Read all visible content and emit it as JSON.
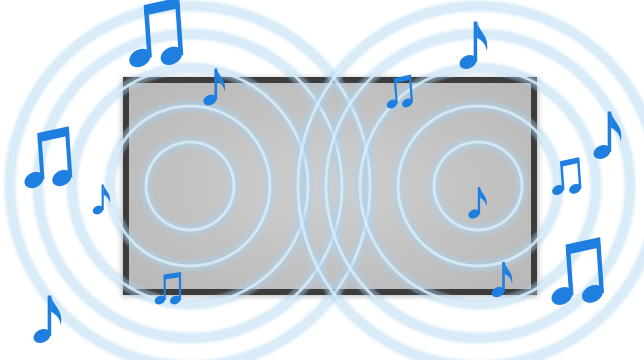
{
  "illustration": {
    "colors": {
      "background": "#ffffff",
      "wave": "#a9d3f2",
      "wave_core": "#d9ecf8",
      "note": "#1f7fe0",
      "screen_fill": "#c4c4c4",
      "screen_frame": "#3c3c3c"
    },
    "icons": {
      "screen": "tv-screen",
      "sound_source": "sound-wave-rings",
      "note_single": "eighth-note-icon",
      "note_double": "beamed-eighth-notes-icon"
    },
    "sound_sources": [
      {
        "name": "left-speaker",
        "ring_count": 5
      },
      {
        "name": "right-speaker",
        "ring_count": 5
      }
    ],
    "notes": [
      {
        "name": "note-top-left-large",
        "kind": "double",
        "variant": "upright"
      },
      {
        "name": "note-left-middle-large",
        "kind": "double",
        "variant": "upright"
      },
      {
        "name": "note-left-small",
        "kind": "single",
        "variant": "upright"
      },
      {
        "name": "note-bottom-left",
        "kind": "single",
        "variant": "upright"
      },
      {
        "name": "note-screen-top-left",
        "kind": "single",
        "variant": "upright"
      },
      {
        "name": "note-screen-bottom-left",
        "kind": "double",
        "variant": "upright"
      },
      {
        "name": "note-top-right",
        "kind": "single",
        "variant": "upright"
      },
      {
        "name": "note-screen-top-right",
        "kind": "double",
        "variant": "upright"
      },
      {
        "name": "note-screen-center-right",
        "kind": "single",
        "variant": "upright"
      },
      {
        "name": "note-right-small",
        "kind": "double",
        "variant": "upright"
      },
      {
        "name": "note-right-edge",
        "kind": "single",
        "variant": "upright"
      },
      {
        "name": "note-screen-bottom-right",
        "kind": "single",
        "variant": "upright"
      },
      {
        "name": "note-bottom-right-large",
        "kind": "double",
        "variant": "upright"
      }
    ]
  }
}
